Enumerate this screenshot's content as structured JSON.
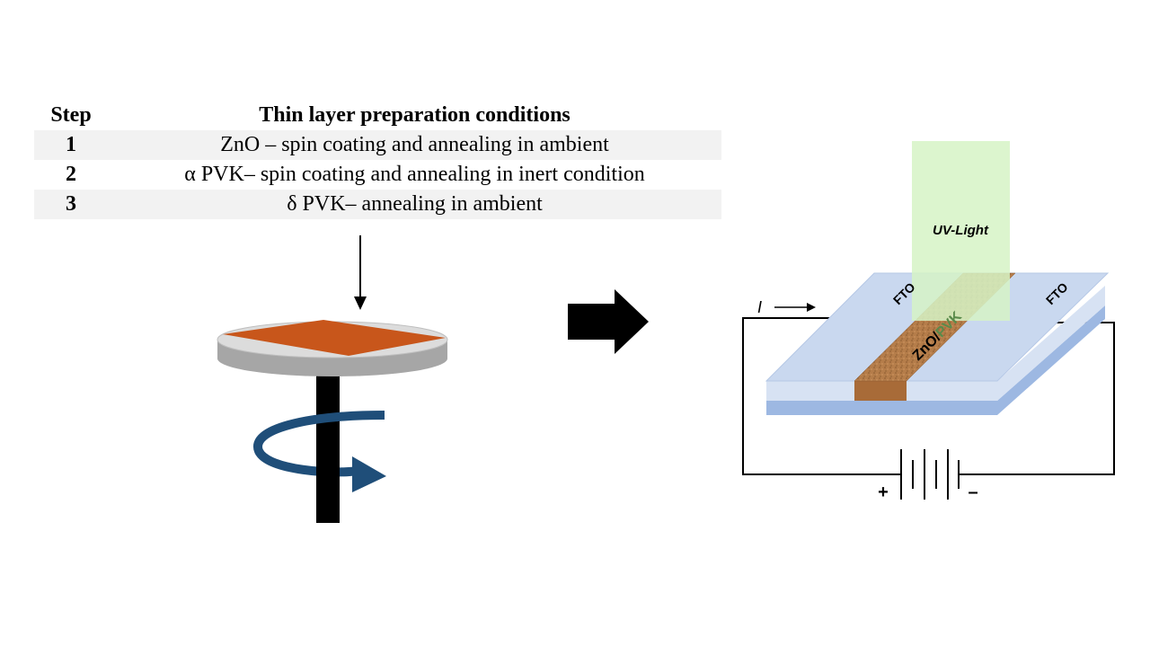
{
  "table": {
    "headers": {
      "step": "Step",
      "conditions": "Thin layer preparation conditions"
    },
    "rows": [
      {
        "step": "1",
        "condition": "ZnO – spin coating and annealing in ambient"
      },
      {
        "step": "2",
        "condition": "α PVK– spin coating and annealing in inert condition"
      },
      {
        "step": "3",
        "condition": "δ PVK– annealing in ambient"
      }
    ]
  },
  "device": {
    "uv_light_label": "UV-Light",
    "electrode_left_label": "FTO",
    "electrode_right_label": "FTO",
    "channel_label_a": "ZnO/",
    "channel_label_b": "PVK",
    "current_label": "I",
    "battery_plus": "+",
    "battery_minus": "–"
  },
  "colors": {
    "film": "#c8561b",
    "disk_top": "#dcdcdc",
    "disk_side": "#a6a6a6",
    "spin_arrow": "#1f4e79",
    "substrate_top": "#c9d8ef",
    "substrate_side": "#9db8e2",
    "channel": "#b07a48",
    "uv_light": "#d6f3c6"
  }
}
